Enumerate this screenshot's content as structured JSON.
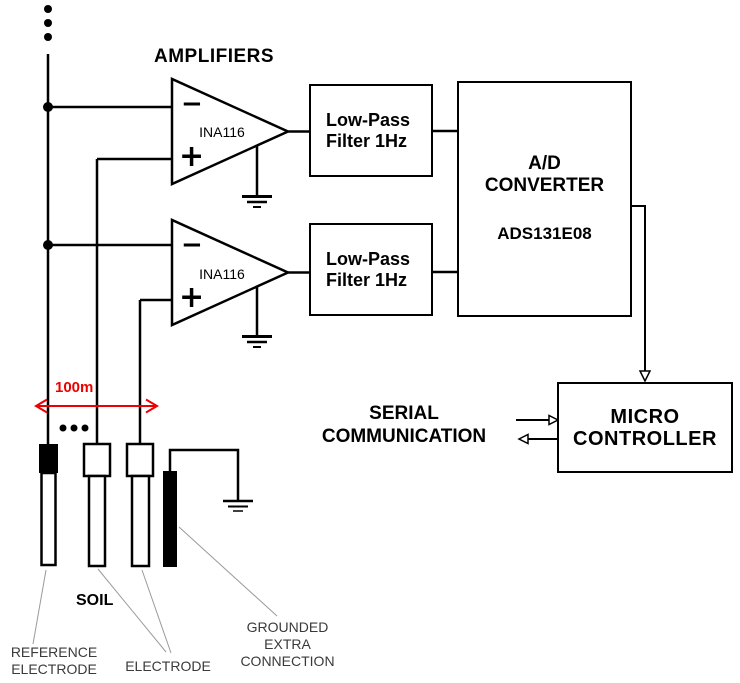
{
  "colors": {
    "line": "#000000",
    "accent_red": "#ee0000",
    "annotation_gray": "#9a9a9a",
    "annotation_text": "#3a3a3a"
  },
  "amplifiers_title": "AMPLIFIERS",
  "amp1": {
    "part": "INA116",
    "minus": "−",
    "plus": "+"
  },
  "amp2": {
    "part": "INA116",
    "minus": "−",
    "plus": "+"
  },
  "filter1": {
    "line1": "Low-Pass",
    "line2": "Filter 1Hz"
  },
  "filter2": {
    "line1": "Low-Pass",
    "line2": "Filter 1Hz"
  },
  "adc": {
    "line1": "A/D",
    "line2": "CONVERTER",
    "part": "ADS131E08"
  },
  "micro": {
    "line1": "MICRO",
    "line2": "CONTROLLER"
  },
  "serial": {
    "line1": "SERIAL",
    "line2": "COMMUNICATION"
  },
  "distance_label": "100m",
  "soil_label": "SOIL",
  "reference_label": {
    "line1": "REFERENCE",
    "line2": "ELECTRODE"
  },
  "electrode_label": "ELECTRODE",
  "grounded_label": {
    "line1": "GROUNDED",
    "line2": "EXTRA",
    "line3": "CONNECTION"
  }
}
